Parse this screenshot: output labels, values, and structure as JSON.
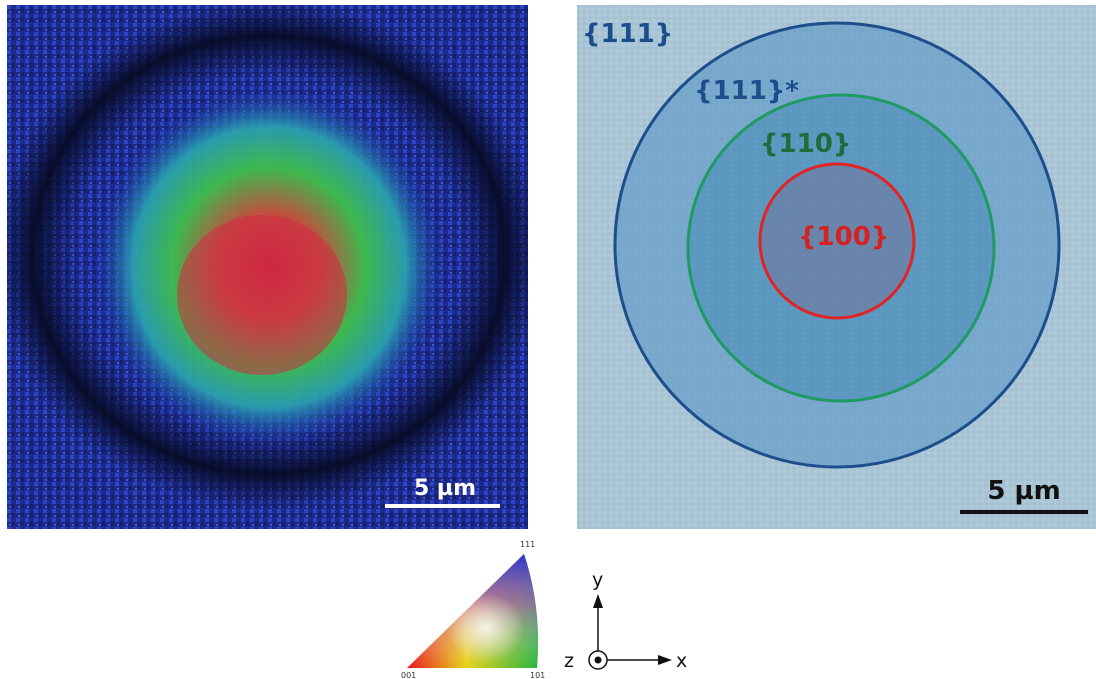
{
  "figure": {
    "left_panel": {
      "scale_bar_label": "5 µm",
      "colors": {
        "background": "#101a4a",
        "scale_bar": "#ffffff"
      }
    },
    "right_panel": {
      "scale_bar_label": "5 µm",
      "region_labels": {
        "outer": "{111}",
        "ring_111_star": "{111}*",
        "ring_110": "{110}",
        "core_100": "{100}"
      },
      "colors": {
        "circle_111": "#1d4e8c",
        "circle_110": "#1f9a62",
        "circle_100": "#e02424",
        "label_111": "#1d4e8c",
        "label_110": "#1e6e3c",
        "label_100": "#d42222",
        "background": "#aac6d6"
      }
    },
    "ipf_legend": {
      "corner_labels": {
        "top": "111",
        "bottom_left": "001",
        "bottom_right": "101"
      },
      "colors": {
        "001": "#e8111a",
        "101": "#22b43a",
        "111": "#2a36c8"
      }
    },
    "axes": {
      "x": "x",
      "y": "y",
      "z": "z"
    }
  }
}
